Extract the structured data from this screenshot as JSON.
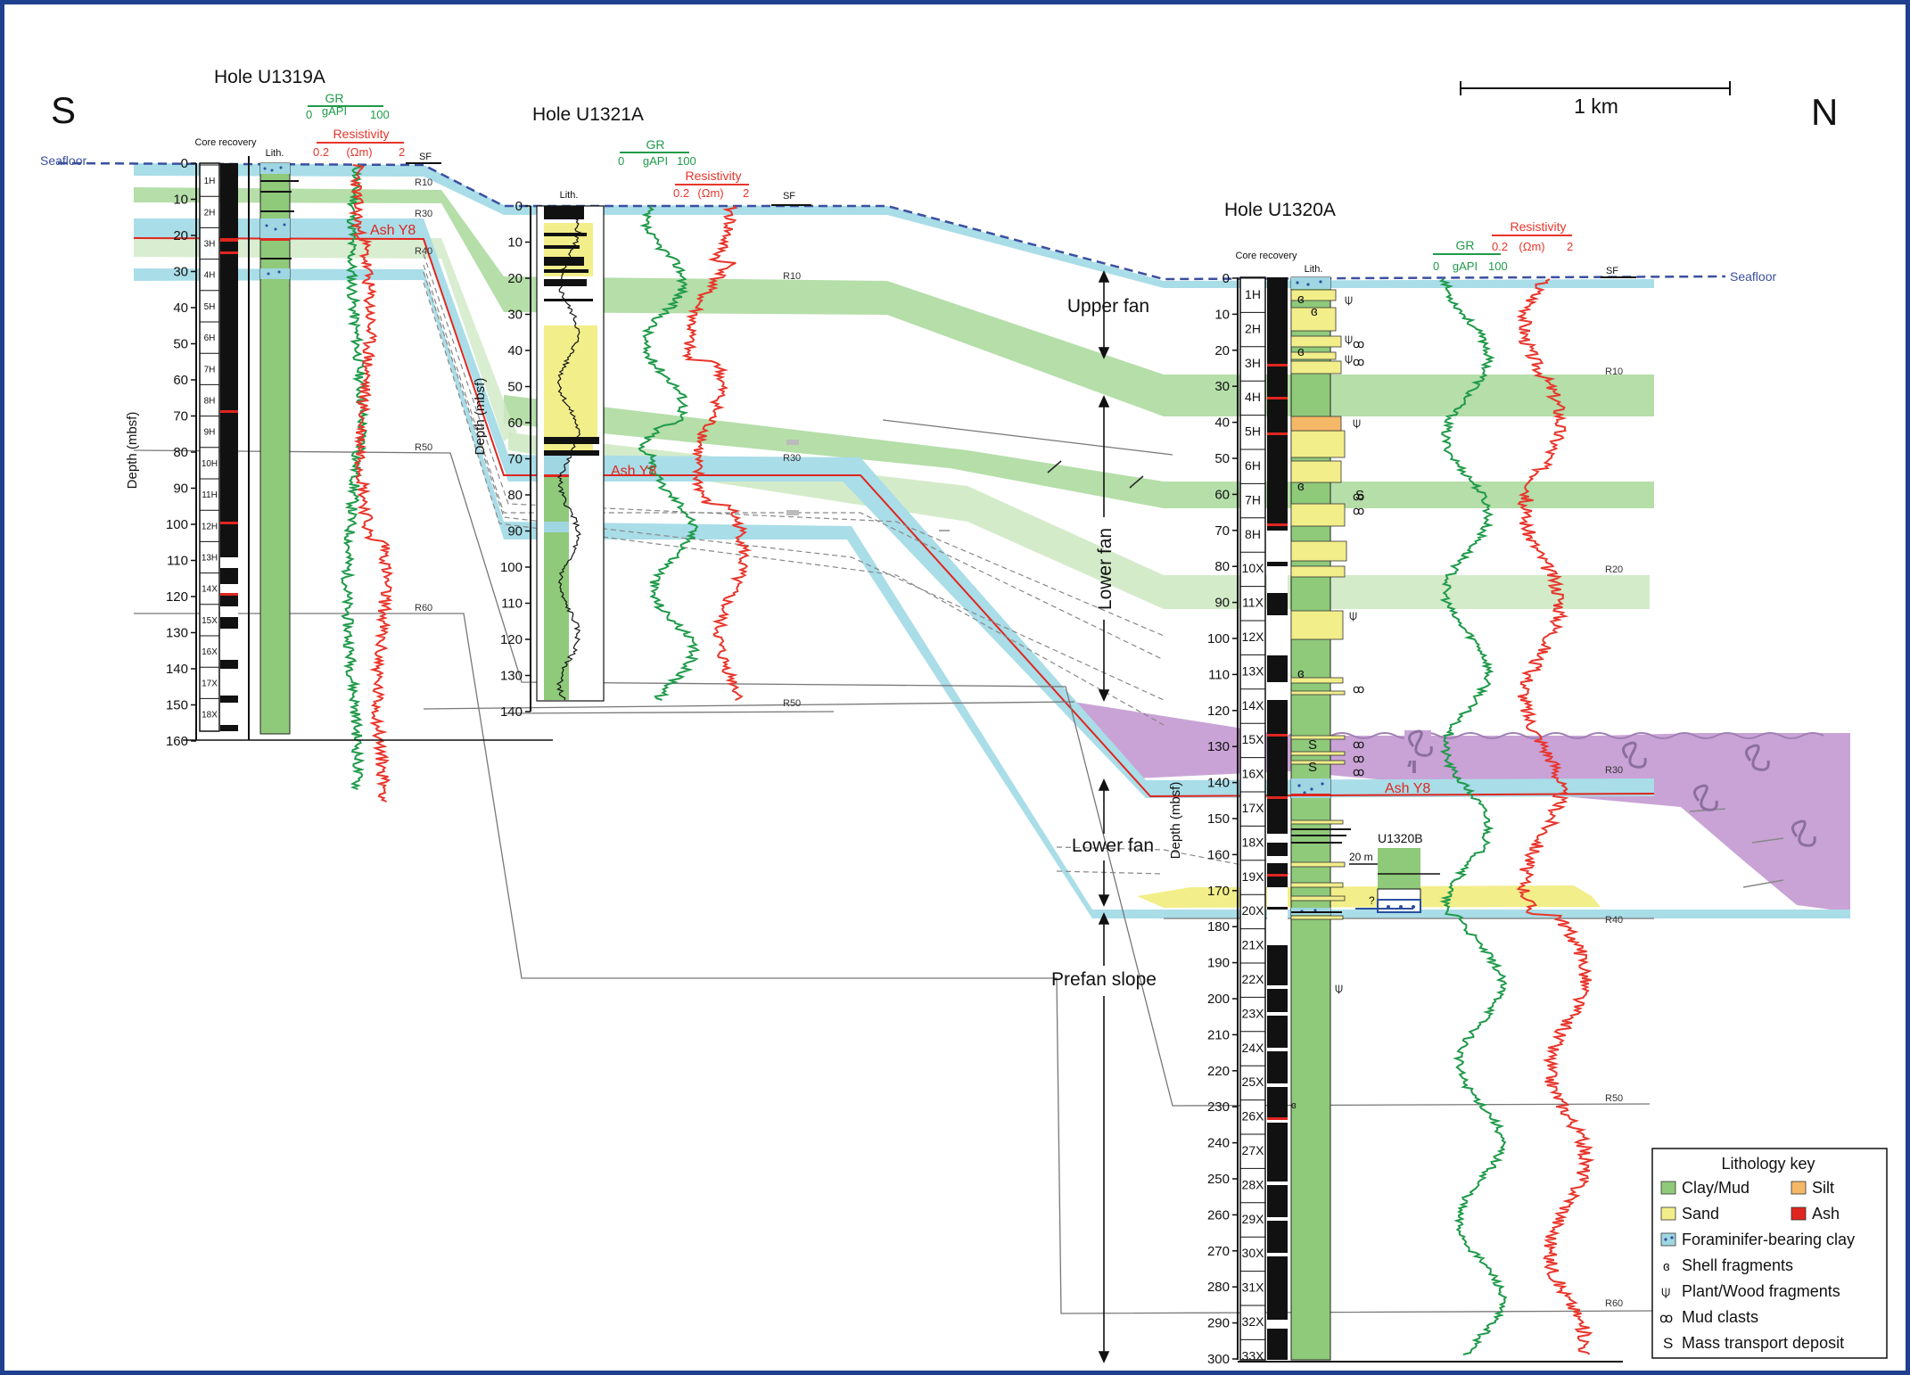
{
  "compass": {
    "south": "S",
    "north": "N"
  },
  "scale_bar": {
    "label": "1 km"
  },
  "seafloor": {
    "left": "Seafloor",
    "right": "Seafloor"
  },
  "holes": {
    "u1319a": {
      "title": "Hole U1319A",
      "core_recovery": "Core recovery",
      "lith": "Lith.",
      "gr": "GR",
      "gr_unit": "gAPI",
      "gr_min": "0",
      "gr_max": "100",
      "res": "Resistivity",
      "res_unit": "(Ωm)",
      "res_min": "0.2",
      "res_max": "2",
      "depth_label": "Depth (mbsf)",
      "depth_ticks": [
        "0",
        "10",
        "20",
        "30",
        "40",
        "50",
        "60",
        "70",
        "80",
        "90",
        "100",
        "110",
        "120",
        "130",
        "140",
        "150",
        "160"
      ],
      "cores": [
        "1H",
        "2H",
        "3H",
        "4H",
        "5H",
        "6H",
        "7H",
        "8H",
        "9H",
        "10H",
        "11H",
        "12H",
        "13H",
        "14X",
        "15X",
        "16X",
        "17X",
        "18X"
      ],
      "sf": "SF"
    },
    "u1321a": {
      "title": "Hole U1321A",
      "lith": "Lith.",
      "gr": "GR",
      "gr_unit": "gAPI",
      "gr_min": "0",
      "gr_max": "100",
      "res": "Resistivity",
      "res_unit": "(Ωm)",
      "res_min": "0.2",
      "res_max": "2",
      "depth_label": "Depth (mbsf)",
      "depth_ticks": [
        "0",
        "10",
        "20",
        "30",
        "40",
        "50",
        "60",
        "70",
        "80",
        "90",
        "100",
        "110",
        "120",
        "130",
        "140"
      ],
      "sf": "SF"
    },
    "u1320a": {
      "title": "Hole U1320A",
      "core_recovery": "Core recovery",
      "lith": "Lith.",
      "gr": "GR",
      "gr_unit": "gAPI",
      "gr_min": "0",
      "gr_max": "100",
      "res": "Resistivity",
      "res_unit": "(Ωm)",
      "res_min": "0.2",
      "res_max": "2",
      "depth_label": "Depth (mbsf)",
      "depth_ticks": [
        "0",
        "10",
        "20",
        "30",
        "40",
        "50",
        "60",
        "70",
        "80",
        "90",
        "100",
        "110",
        "120",
        "130",
        "140",
        "150",
        "160",
        "170",
        "180",
        "190",
        "200",
        "210",
        "220",
        "230",
        "240",
        "250",
        "260",
        "270",
        "280",
        "290",
        "300"
      ],
      "cores": [
        "1H",
        "2H",
        "3H",
        "4H",
        "5H",
        "6H",
        "7H",
        "8H",
        "10X",
        "11X",
        "12X",
        "13X",
        "14X",
        "15X",
        "16X",
        "17X",
        "18X",
        "19X",
        "20X",
        "21X",
        "22X",
        "23X",
        "24X",
        "25X",
        "26X",
        "27X",
        "28X",
        "29X",
        "30X",
        "31X",
        "32X",
        "33X"
      ],
      "sf": "SF"
    },
    "u1320b": {
      "title": "U1320B",
      "dist": "20 m",
      "q": "?"
    }
  },
  "reflectors": {
    "r10": "R10",
    "r20": "R20",
    "r30": "R30",
    "r40": "R40",
    "r50": "R50",
    "r60": "R60"
  },
  "ash_label": "Ash Y8",
  "units": {
    "upper_fan": "Upper fan",
    "lower_fan_v": "Lower fan",
    "lower_fan_h": "Lower fan",
    "prefan": "Prefan slope"
  },
  "legend": {
    "title": "Lithology key",
    "clay": "Clay/Mud",
    "silt": "Silt",
    "sand": "Sand",
    "ash": "Ash",
    "foram": "Foraminifer-bearing clay",
    "shell": "Shell fragments",
    "plant": "Plant/Wood fragments",
    "mud": "Mud clasts",
    "mtd": "Mass transport deposit"
  },
  "colors": {
    "clay": "#8fc97a",
    "sand": "#f2ee8a",
    "silt": "#f5b867",
    "ash": "#e0261f",
    "foram": "#9fd6e2",
    "mtd": "#c9a3d6",
    "gr": "#1f9a4a",
    "res": "#e8352b",
    "seafloor": "#3a4f9f",
    "frame": "#1f3f8f"
  }
}
